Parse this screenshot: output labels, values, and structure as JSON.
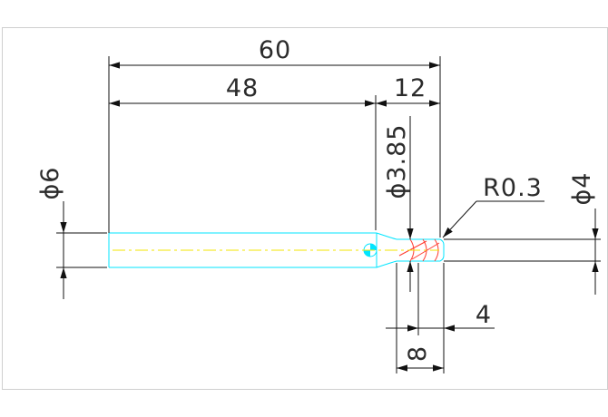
{
  "dimensions": {
    "overall_length": "60",
    "shank_length": "48",
    "flute_section_length": "12",
    "shank_diameter": "ϕ6",
    "neck_diameter": "ϕ3.85",
    "corner_radius": "R0.3",
    "cutting_diameter": "ϕ4",
    "cutting_length": "4",
    "neck_length": "8"
  },
  "colors": {
    "outline": "#00e5ff",
    "centerline": "#f3e600",
    "flutes": "#ff3b2f",
    "dimension_lines": "#111111",
    "frame": "#cfcfcf"
  }
}
